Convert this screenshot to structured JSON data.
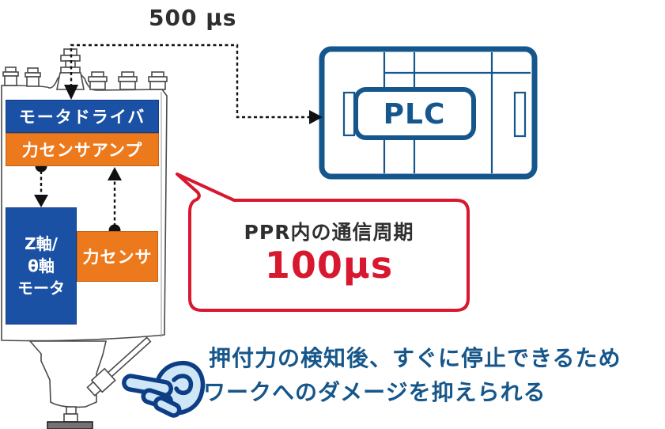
{
  "timing": {
    "external_cycle_label": "500 μs"
  },
  "machine": {
    "motor_driver": "モータドライバ",
    "force_sensor_amp": "力センサアンプ",
    "z_theta_motor_lines": [
      "Z軸/",
      "θ軸",
      "モータ"
    ],
    "force_sensor": "力センサ"
  },
  "plc": {
    "label": "PLC"
  },
  "bubble": {
    "title": "PPR内の通信周期",
    "value": "100μs"
  },
  "note": {
    "line1": "押付力の検知後、すぐに停止できるため",
    "line2": "ワークへのダメージを抑えられる"
  },
  "icons": {
    "pointing_hand": "pointing-hand-icon"
  },
  "colors": {
    "component_blue": "#1b51a5",
    "component_orange": "#ec7a1d",
    "plc_blue": "#15568c",
    "bubble_red": "#d7182f",
    "note_blue": "#16568a",
    "text_dark": "#2f2f2f",
    "hand_fill": "#cfe6f7",
    "hand_outline": "#0d3e85",
    "workpiece_gray": "#737373"
  }
}
